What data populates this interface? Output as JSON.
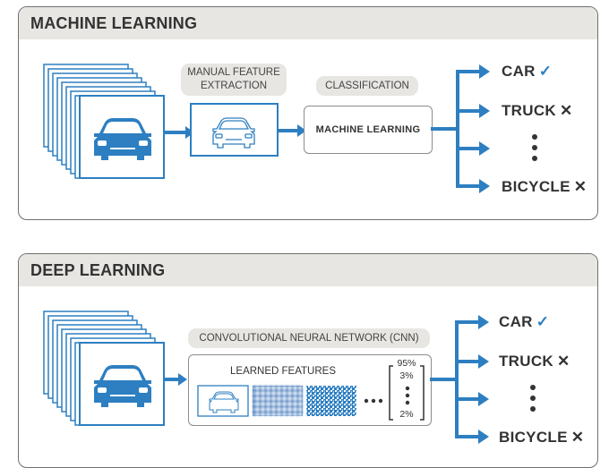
{
  "ml": {
    "title": "MACHINE LEARNING",
    "feature_extraction_line1": "MANUAL FEATURE",
    "feature_extraction_line2": "EXTRACTION",
    "classification_label": "CLASSIFICATION",
    "classifier_box": "MACHINE LEARNING",
    "outputs": {
      "car": "CAR",
      "truck": "TRUCK",
      "bicycle": "BICYCLE"
    }
  },
  "dl": {
    "title": "DEEP LEARNING",
    "cnn_label": "CONVOLUTIONAL NEURAL NETWORK (CNN)",
    "learned_features": "LEARNED FEATURES",
    "probs": {
      "top": "95%",
      "second": "3%",
      "bottom": "2%"
    },
    "outputs": {
      "car": "CAR",
      "truck": "TRUCK",
      "bicycle": "BICYCLE"
    }
  },
  "colors": {
    "accent_blue": "#2d7fc1",
    "header_gray": "#e8e6e3",
    "border_gray": "#6f6f6f",
    "text_dark": "#333333"
  },
  "icons": [
    "car-icon",
    "car-outline-icon",
    "check-icon",
    "cross-icon",
    "arrow-icon",
    "ellipsis-icon"
  ]
}
